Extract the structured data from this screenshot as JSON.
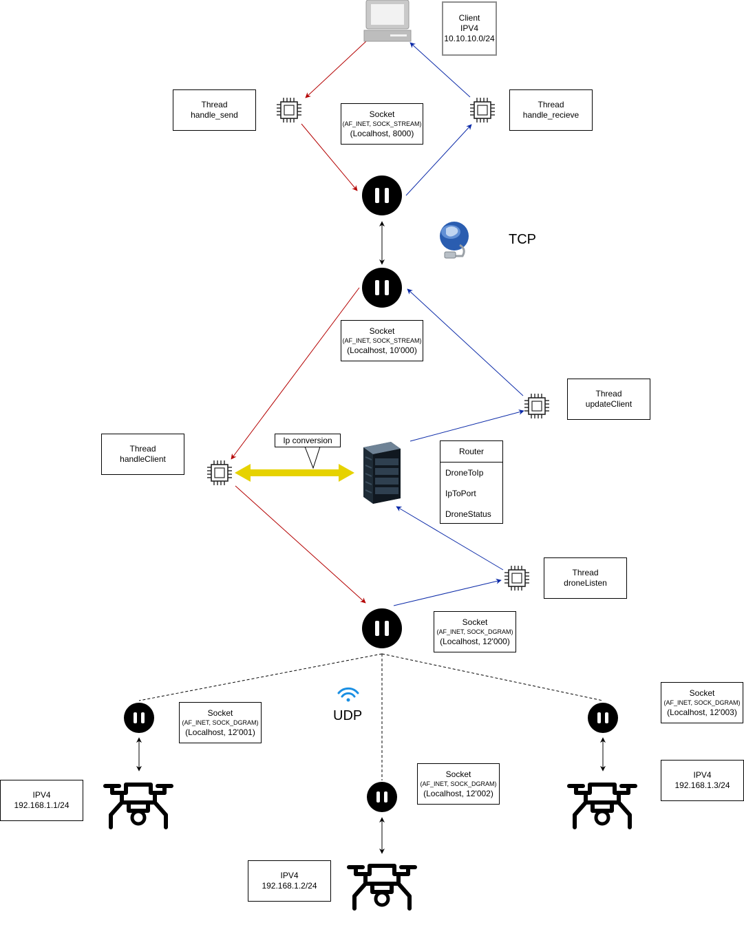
{
  "labels": {
    "client": [
      "Client",
      "IPV4",
      "10.10.10.0/24"
    ],
    "thread_send": [
      "Thread",
      "handle_send"
    ],
    "thread_recieve": [
      "Thread",
      "handle_recieve"
    ],
    "socket_8000": [
      "Socket",
      "(AF_INET, SOCK_STREAM)",
      "(Localhost, 8000)"
    ],
    "tcp": "TCP",
    "socket_10000": [
      "Socket",
      "(AF_INET, SOCK_STREAM)",
      "(Localhost, 10'000)"
    ],
    "thread_update": [
      "Thread",
      "updateClient"
    ],
    "thread_handle_client": [
      "Thread",
      "handleClient"
    ],
    "ip_conversion": "Ip conversion",
    "router": {
      "title": "Router",
      "rows": [
        "DroneToIp",
        "IpToPort",
        "DroneStatus"
      ]
    },
    "thread_drone_listen": [
      "Thread",
      "droneListen"
    ],
    "socket_12000": [
      "Socket",
      "(AF_INET, SOCK_DGRAM)",
      "(Localhost, 12'000)"
    ],
    "udp": "UDP",
    "socket_12001": [
      "Socket",
      "(AF_INET, SOCK_DGRAM)",
      "(Localhost, 12'001)"
    ],
    "socket_12002": [
      "Socket",
      "(AF_INET, SOCK_DGRAM)",
      "(Localhost, 12'002)"
    ],
    "socket_12003": [
      "Socket",
      "(AF_INET, SOCK_DGRAM)",
      "(Localhost, 12'003)"
    ],
    "drone1": [
      "IPV4",
      "192.168.1.1/24"
    ],
    "drone2": [
      "IPV4",
      "192.168.1.2/24"
    ],
    "drone3": [
      "IPV4",
      "192.168.1.3/24"
    ]
  },
  "colors": {
    "send": "#b40000",
    "receive": "#0b2aa8",
    "highlight": "#e6d200",
    "node": "#000000"
  },
  "icons": [
    "laptop-icon",
    "cpu-chip-icon",
    "socket-node-icon",
    "globe-network-icon",
    "server-rack-icon",
    "wifi-icon",
    "drone-icon"
  ]
}
